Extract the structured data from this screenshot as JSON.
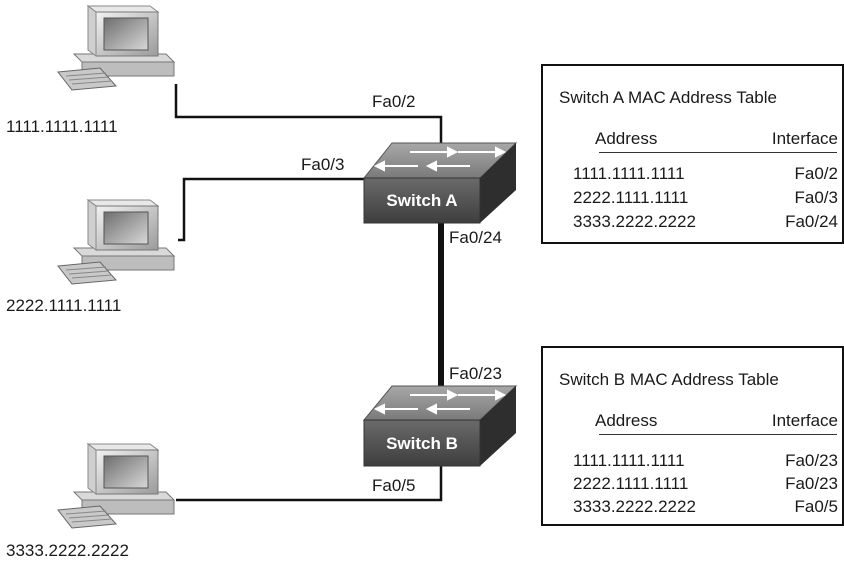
{
  "hosts": [
    {
      "mac": "1111.1111.1111"
    },
    {
      "mac": "2222.1111.1111"
    },
    {
      "mac": "3333.2222.2222"
    }
  ],
  "switches": [
    {
      "name": "Switch A"
    },
    {
      "name": "Switch B"
    }
  ],
  "port_labels": {
    "a_fa02": "Fa0/2",
    "a_fa03": "Fa0/3",
    "a_fa024": "Fa0/24",
    "b_fa023": "Fa0/23",
    "b_fa05": "Fa0/5"
  },
  "tables": [
    {
      "title": "Switch A MAC Address Table",
      "headers": {
        "address": "Address",
        "interface": "Interface"
      },
      "rows": [
        {
          "address": "1111.1111.1111",
          "interface": "Fa0/2"
        },
        {
          "address": "2222.1111.1111",
          "interface": "Fa0/3"
        },
        {
          "address": "3333.2222.2222",
          "interface": "Fa0/24"
        }
      ]
    },
    {
      "title": "Switch B MAC Address Table",
      "headers": {
        "address": "Address",
        "interface": "Interface"
      },
      "rows": [
        {
          "address": "1111.1111.1111",
          "interface": "Fa0/23"
        },
        {
          "address": "2222.1111.1111",
          "interface": "Fa0/23"
        },
        {
          "address": "3333.2222.2222",
          "interface": "Fa0/5"
        }
      ]
    }
  ],
  "colors": {
    "switch_body": "#4a4a4a",
    "switch_top": "#8c8c8c",
    "link": "#111111"
  }
}
